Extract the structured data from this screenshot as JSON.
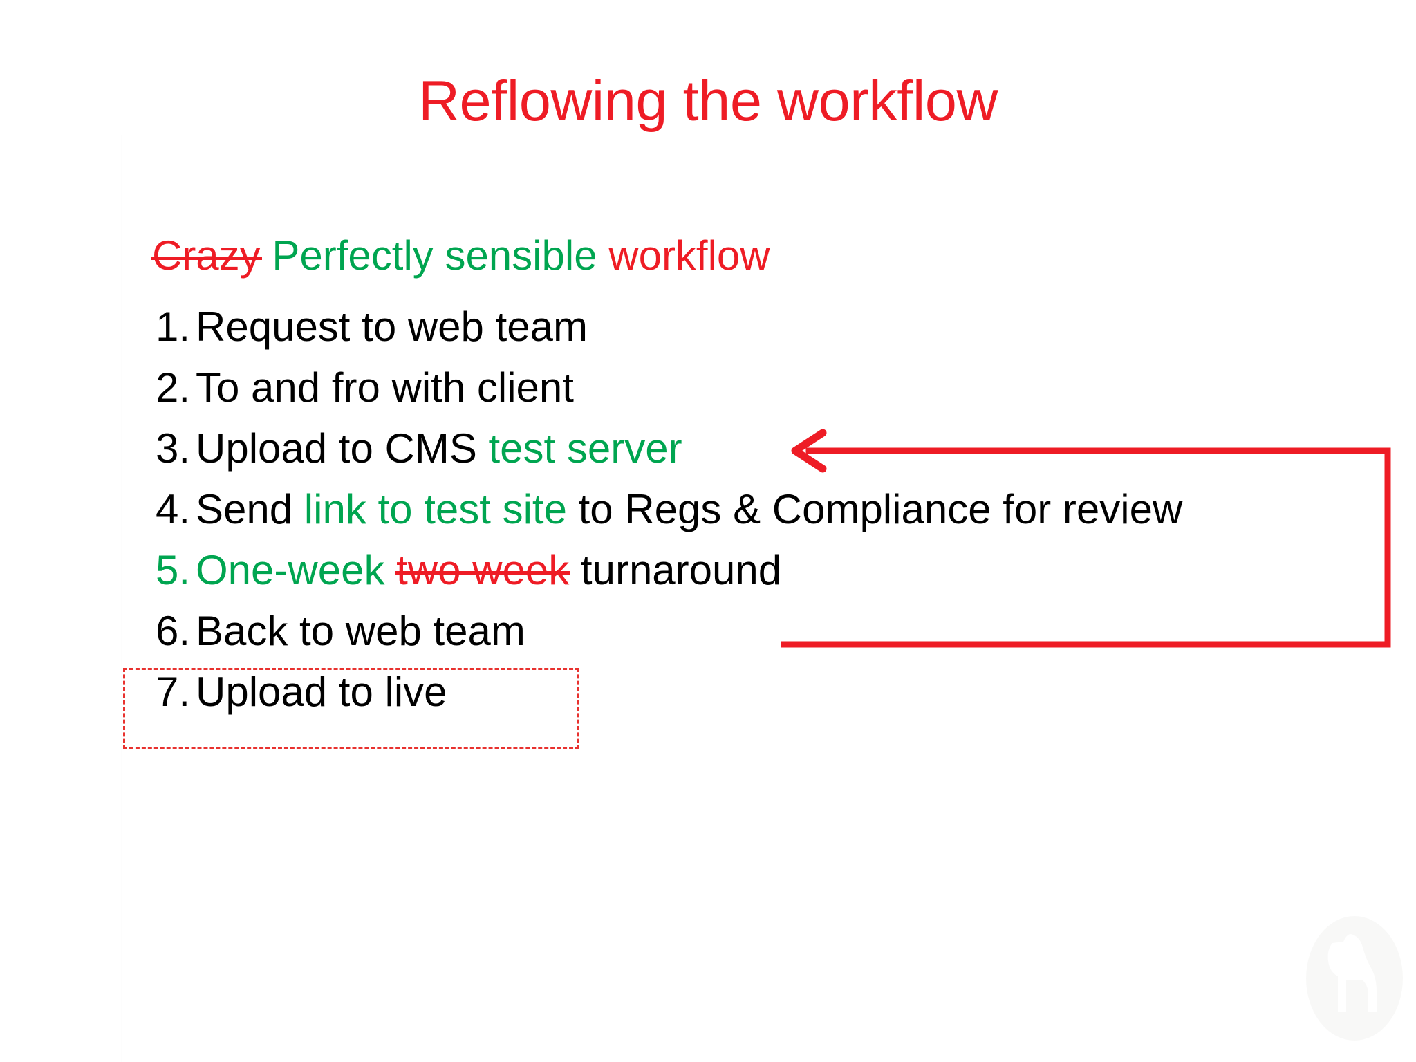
{
  "slide": {
    "title": "Reflowing the workflow",
    "background_color": "#ffffff"
  },
  "colors": {
    "red": "#ee1c25",
    "green": "#00a550",
    "black": "#000000",
    "dashed_box": "#e8322f"
  },
  "heading": {
    "struck_word": "Crazy",
    "replacement": "Perfectly sensible",
    "tail": "workflow"
  },
  "steps": [
    {
      "number": "1.",
      "number_color": "#000000",
      "segments": [
        {
          "text": "Request to web team",
          "color": "#000000",
          "strike": false
        }
      ]
    },
    {
      "number": "2.",
      "number_color": "#000000",
      "segments": [
        {
          "text": "To and fro with client",
          "color": "#000000",
          "strike": false
        }
      ]
    },
    {
      "number": "3.",
      "number_color": "#000000",
      "segments": [
        {
          "text": "Upload to CMS ",
          "color": "#000000",
          "strike": false
        },
        {
          "text": "test server",
          "color": "#00a550",
          "strike": false
        }
      ]
    },
    {
      "number": "4.",
      "number_color": "#000000",
      "segments": [
        {
          "text": "Send ",
          "color": "#000000",
          "strike": false
        },
        {
          "text": "link to test site",
          "color": "#00a550",
          "strike": false
        },
        {
          "text": " to Regs & Compliance for review",
          "color": "#000000",
          "strike": false
        }
      ]
    },
    {
      "number": "5.",
      "number_color": "#00a550",
      "segments": [
        {
          "text": "One-week ",
          "color": "#00a550",
          "strike": false
        },
        {
          "text": "two week",
          "color": "#ee1c25",
          "strike": true
        },
        {
          "text": " turnaround",
          "color": "#000000",
          "strike": false
        }
      ]
    },
    {
      "number": "6.",
      "number_color": "#000000",
      "segments": [
        {
          "text": "Back to web team",
          "color": "#000000",
          "strike": false
        }
      ]
    },
    {
      "number": "7.",
      "number_color": "#000000",
      "segments": [
        {
          "text": "Upload to live",
          "color": "#000000",
          "strike": false
        }
      ]
    }
  ],
  "annotations": {
    "loop_arrow": {
      "name": "feedback-loop-arrow",
      "color": "#ee1c25",
      "direction": "left",
      "from_step": "6.",
      "to_step": "3."
    },
    "highlight_box": {
      "name": "final-step-highlight",
      "style": "dashed",
      "color": "#e8322f",
      "around_step": "7."
    }
  },
  "watermark": {
    "name": "horse-oval-logo"
  }
}
